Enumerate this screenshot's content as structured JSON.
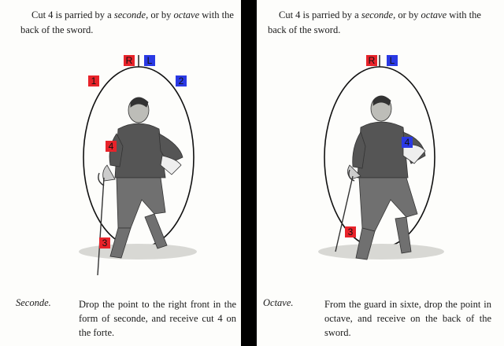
{
  "left_page": {
    "intro": {
      "before": "Cut 4 is parried by a ",
      "em1": "seconde,",
      "middle": " or by ",
      "em2": "octave",
      "after": " with the back of the sword."
    },
    "markers": {
      "r": "R",
      "l": "L",
      "one": "1",
      "two": "2",
      "four": "4",
      "three": "3"
    },
    "caption": {
      "title": "Seconde.",
      "body": "Drop the point to the right front in the form of seconde, and receive cut 4 on the forte."
    },
    "colors": {
      "red_marker": "#e8232a",
      "blue_marker": "#2a39e4"
    }
  },
  "right_page": {
    "intro": {
      "before": "Cut 4 is parried by a ",
      "em1": "seconde,",
      "middle": " or by ",
      "em2": "octave",
      "after": " with the back of the sword."
    },
    "markers": {
      "r": "R",
      "l": "L",
      "four": "4",
      "three": "3"
    },
    "caption": {
      "title": "Octave.",
      "body": "From the guard in sixte, drop the point in octave, and receive on the back of the sword."
    }
  }
}
